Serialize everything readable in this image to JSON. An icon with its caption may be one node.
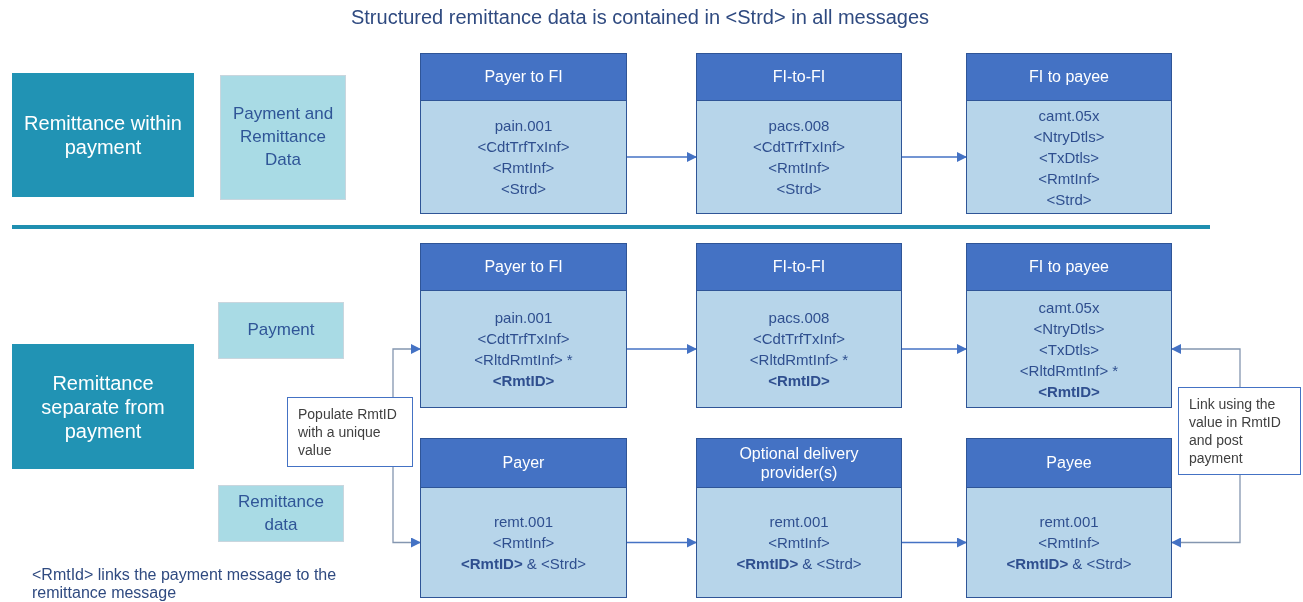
{
  "diagram": {
    "title": "Structured remittance data is contained in <Strd> in all messages",
    "nodes": [
      {
        "text": [
          "Remittance within payment"
        ]
      },
      {
        "text": [
          "Payment and Remittance Data"
        ]
      },
      {
        "text": [
          "Payer to FI",
          "pain.001",
          "<CdtTrfTxInf>",
          "<RmtInf>",
          "<Strd>"
        ]
      },
      {
        "text": [
          "FI-to-FI",
          "pacs.008",
          "<CdtTrfTxInf>",
          "<RmtInf>",
          "<Strd>"
        ]
      },
      {
        "text": [
          "FI to payee",
          "camt.05x",
          "<NtryDtls>",
          "<TxDtls>",
          "<RmtInf>",
          "<Strd>"
        ]
      },
      {
        "text": [
          "Remittance separate from payment"
        ]
      },
      {
        "text": [
          "Payment"
        ]
      },
      {
        "text": [
          "Remittance data"
        ]
      },
      {
        "text": [
          "Payer to FI",
          "pain.001",
          "<CdtTrfTxInf>",
          "<RltdRmtInf> *",
          "**<RmtID>**"
        ]
      },
      {
        "text": [
          "FI-to-FI",
          "pacs.008",
          "<CdtTrfTxInf>",
          "<RltdRmtInf> *",
          "**<RmtID>**"
        ]
      },
      {
        "text": [
          "FI to payee",
          "camt.05x",
          "<NtryDtls>",
          "<TxDtls>",
          "<RltdRmtInf> *",
          "**<RmtID>**"
        ]
      },
      {
        "text": [
          "Populate RmtID with a unique value"
        ]
      },
      {
        "text": [
          "Payer",
          "remt.001",
          "<RmtInf>",
          "**<RmtID>** & <Strd>"
        ]
      },
      {
        "text": [
          "Optional delivery provider(s)",
          "remt.001",
          "<RmtInf>",
          "**<RmtID>** & <Strd>"
        ]
      },
      {
        "text": [
          "Payee",
          "remt.001",
          "<RmtInf>",
          "**<RmtID>** & <Strd>"
        ]
      },
      {
        "text": [
          "Link using the value in RmtID and post payment"
        ]
      }
    ],
    "edges": [
      {
        "from": 2,
        "to": 3,
        "arrow": "to"
      },
      {
        "from": 3,
        "to": 4,
        "arrow": "to"
      },
      {
        "from": 11,
        "to": 8,
        "arrow": "to"
      },
      {
        "from": 11,
        "to": 12,
        "arrow": "to"
      },
      {
        "from": 8,
        "to": 9,
        "arrow": "to"
      },
      {
        "from": 9,
        "to": 10,
        "arrow": "to"
      },
      {
        "from": 12,
        "to": 13,
        "arrow": "to"
      },
      {
        "from": 13,
        "to": 14,
        "arrow": "to"
      },
      {
        "from": 15,
        "to": 10,
        "arrow": "to"
      },
      {
        "from": 15,
        "to": 14,
        "arrow": "to"
      }
    ],
    "labels": [
      "<RmtId> links the payment message to the remittance message"
    ]
  }
}
